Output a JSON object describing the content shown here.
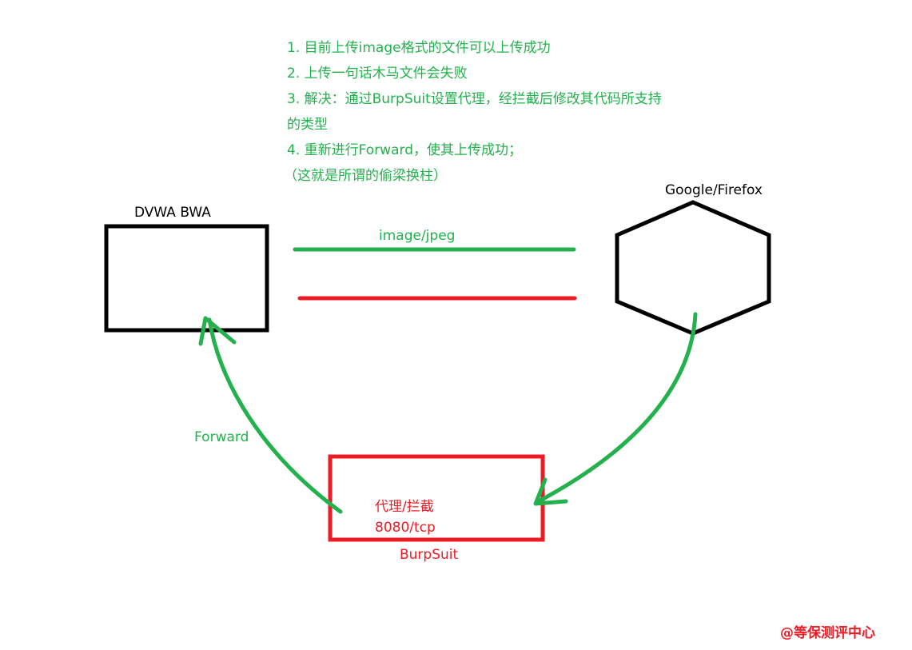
{
  "notes": [
    "1. 目前上传image格式的文件可以上传成功",
    "2. 上传一句话木马文件会失败",
    "3. 解决：通过BurpSuit设置代理，经拦截后修改其代码所支持",
    "的类型",
    "4. 重新进行Forward，使其上传成功；",
    "（这就是所谓的偷梁换柱）"
  ],
  "nodes": {
    "server": {
      "label": "DVWA BWA"
    },
    "browser": {
      "label": "Google/Firefox"
    },
    "proxy": {
      "label": "BurpSuit",
      "line1": "代理/拦截",
      "line2": "8080/tcp"
    }
  },
  "edges": {
    "allowed": {
      "label": "image/jpeg"
    },
    "forward": {
      "label": "Forward"
    }
  },
  "watermark": "@等保测评中心",
  "colors": {
    "green": "#22b14c",
    "red": "#ed1c24",
    "black": "#000000"
  }
}
